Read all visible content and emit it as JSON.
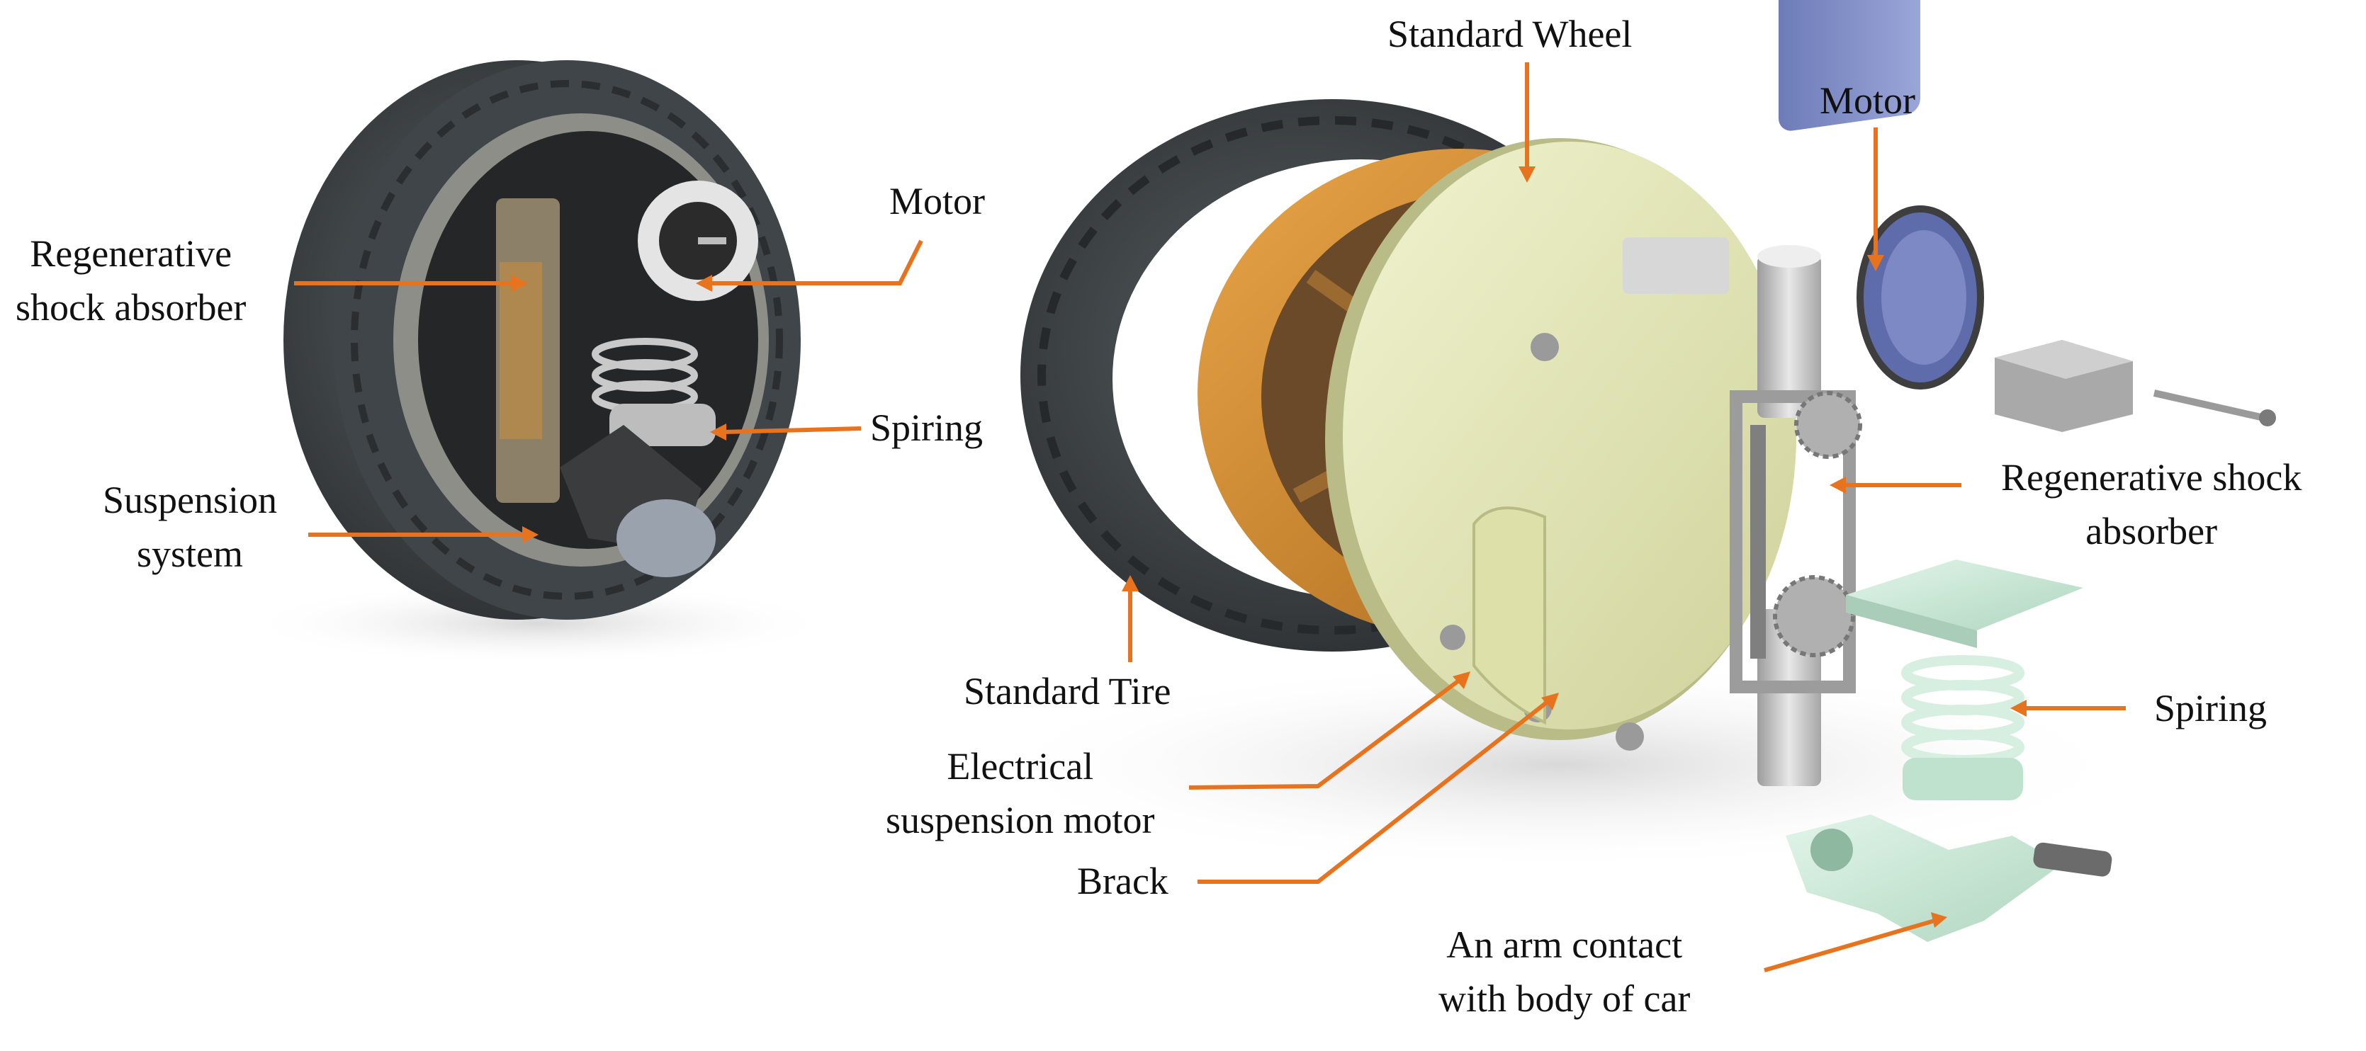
{
  "colors": {
    "leader": "#E8731E",
    "tire": "#3B4043",
    "wheel_rim": "#D08A2A",
    "plate": "#E6E8B8",
    "motor": "#7F8DC6",
    "spring_part": "#CFEBDC",
    "metal": "#C9C9C9"
  },
  "left_assembly": {
    "labels": {
      "motor": "Motor",
      "regen_line1": "Regenerative",
      "regen_line2": "shock absorber",
      "spring": "Spiring",
      "suspension_line1": "Suspension",
      "suspension_line2": "system"
    }
  },
  "exploded_view": {
    "labels": {
      "standard_wheel": "Standard Wheel",
      "motor": "Motor",
      "regen_line1": "Regenerative shock",
      "regen_line2": "absorber",
      "spring": "Spiring",
      "standard_tire": "Standard Tire",
      "esm_line1": "Electrical",
      "esm_line2": "suspension motor",
      "brack": "Brack",
      "arm_line1": "An arm contact",
      "arm_line2": "with body of car"
    }
  }
}
